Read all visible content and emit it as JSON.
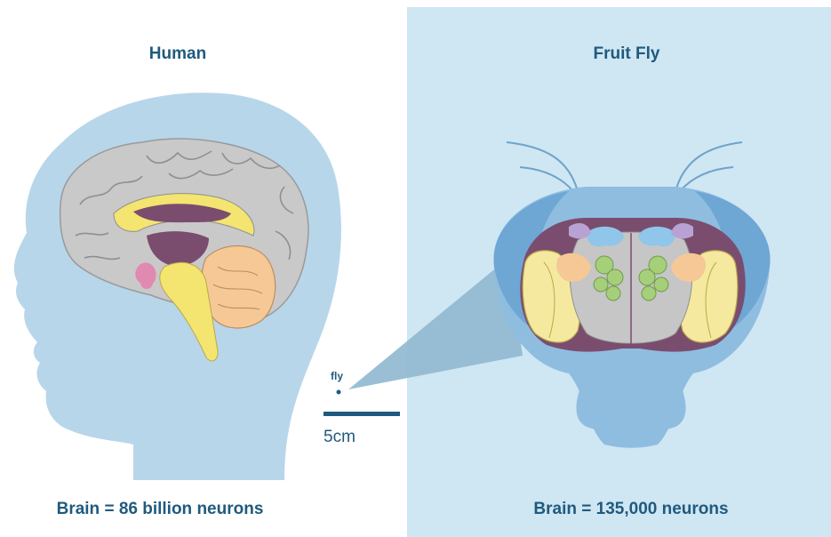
{
  "labels": {
    "human_title": "Human",
    "fly_title": "Fruit Fly",
    "fly_dot_label": "fly",
    "scale_label": "5cm",
    "human_caption": "Brain = 86 billion neurons",
    "fly_caption": "Brain = 135,000 neurons"
  },
  "colors": {
    "text": "#1f5a7e",
    "fly_panel_background": "#cfe6f3",
    "head_silhouette": "#b8d6ea",
    "brain_gray": "#c9c9c9",
    "yellow_structures": "#f4e470",
    "purple_structures": "#7a4d6e",
    "pink_structures": "#e08ab0",
    "orange_structures": "#f6c896",
    "green_structures": "#a6cf7a",
    "fly_head": "#8fbde0"
  }
}
